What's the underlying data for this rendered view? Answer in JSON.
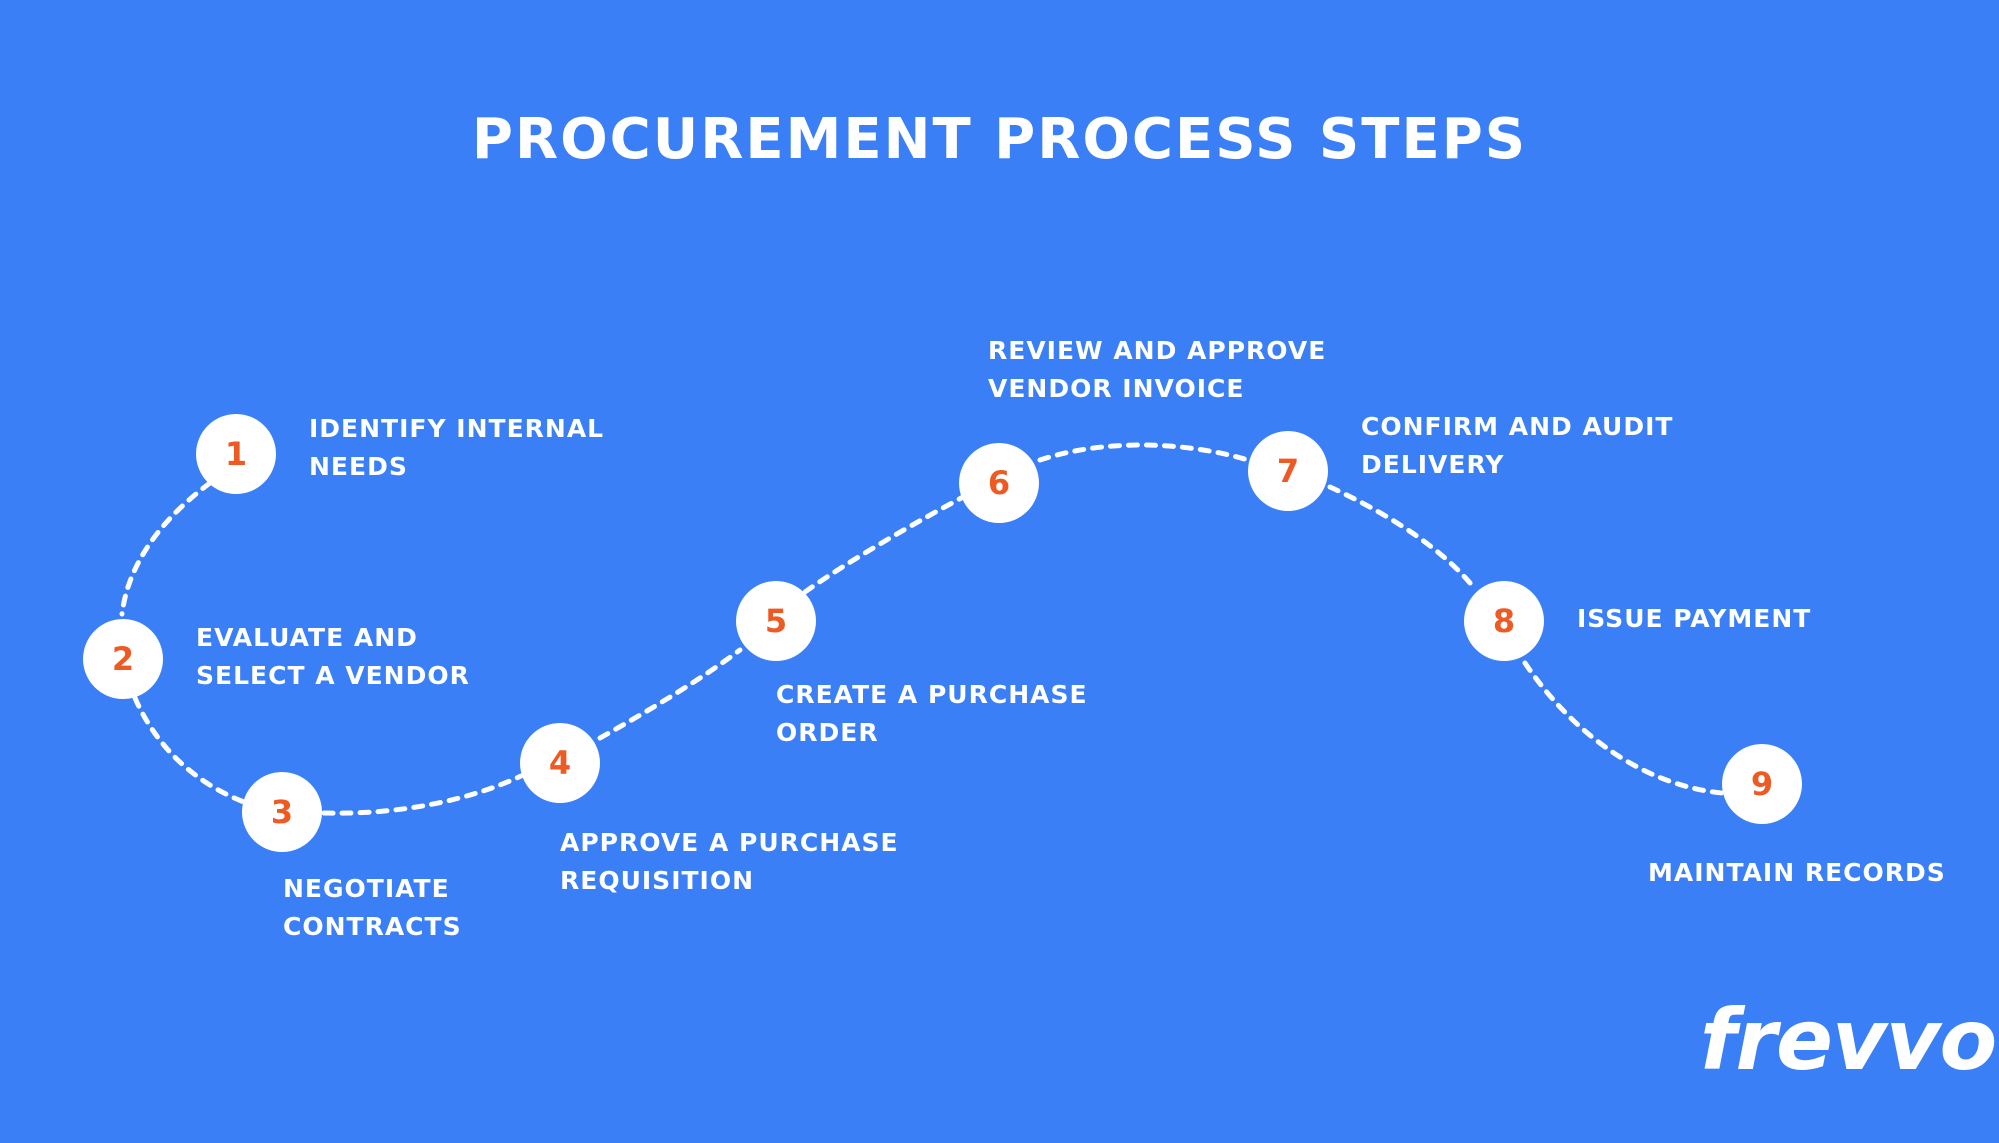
{
  "title": "PROCUREMENT PROCESS STEPS",
  "colors": {
    "background": "#3a7ff6",
    "circle_fill": "#ffffff",
    "number_color": "#ee5a24",
    "text": "#ffffff"
  },
  "steps": [
    {
      "number": "1",
      "line1": "IDENTIFY INTERNAL",
      "line2": "NEEDS"
    },
    {
      "number": "2",
      "line1": "EVALUATE AND",
      "line2": "SELECT A VENDOR"
    },
    {
      "number": "3",
      "line1": "NEGOTIATE",
      "line2": "CONTRACTS"
    },
    {
      "number": "4",
      "line1": "APPROVE A PURCHASE",
      "line2": "REQUISITION"
    },
    {
      "number": "5",
      "line1": "CREATE A PURCHASE",
      "line2": "ORDER"
    },
    {
      "number": "6",
      "line1": "REVIEW AND APPROVE",
      "line2": "VENDOR INVOICE"
    },
    {
      "number": "7",
      "line1": "CONFIRM AND AUDIT",
      "line2": "DELIVERY"
    },
    {
      "number": "8",
      "line1": "ISSUE PAYMENT",
      "line2": ""
    },
    {
      "number": "9",
      "line1": "MAINTAIN RECORDS",
      "line2": ""
    }
  ],
  "logo": "frevvo"
}
